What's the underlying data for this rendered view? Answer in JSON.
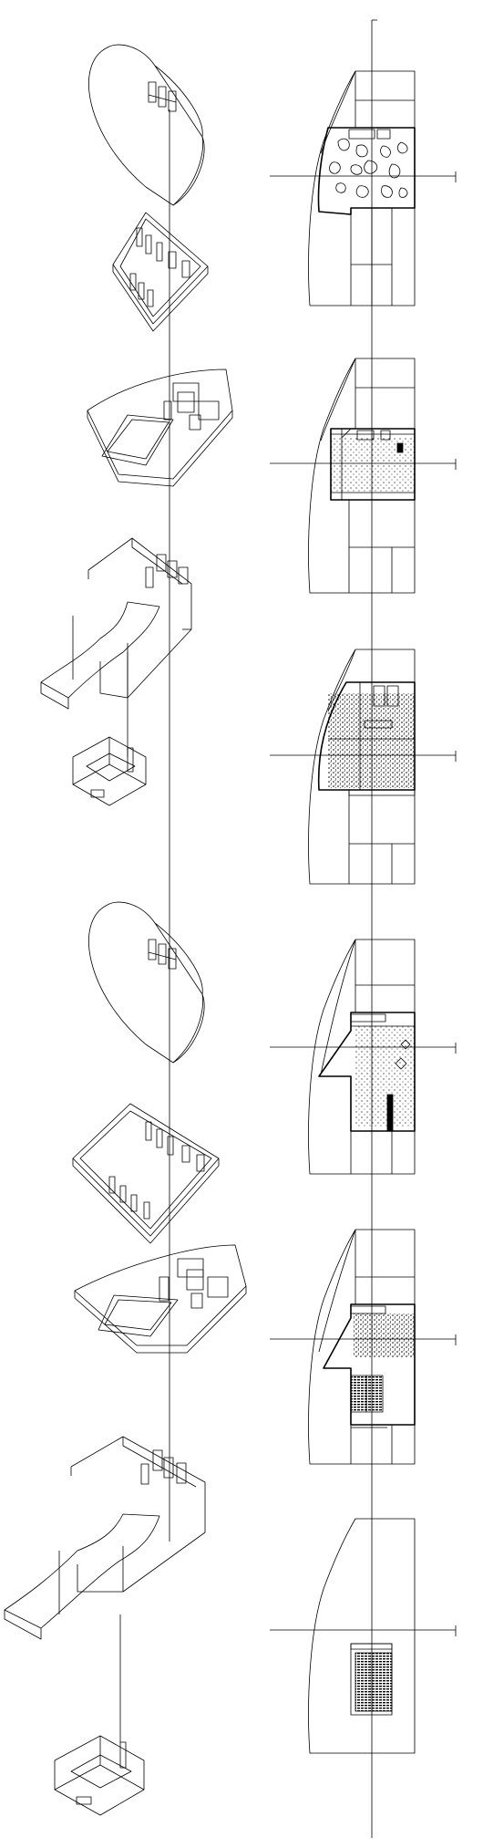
{
  "sheet": {
    "description_visible_text": "",
    "line_color": "#000000",
    "background": "#ffffff"
  },
  "axonometric_levels": [
    {
      "id": "roof-vault-1",
      "kind": "vault"
    },
    {
      "id": "upper-floor-1",
      "kind": "frame"
    },
    {
      "id": "middle-floor-1",
      "kind": "curved-slab"
    },
    {
      "id": "ground-floor-1",
      "kind": "ramp-slab"
    },
    {
      "id": "basement-1",
      "kind": "box"
    },
    {
      "id": "roof-vault-2",
      "kind": "vault"
    },
    {
      "id": "upper-floor-2",
      "kind": "frame"
    },
    {
      "id": "middle-floor-2",
      "kind": "curved-slab"
    },
    {
      "id": "ground-floor-2",
      "kind": "ramp-slab"
    },
    {
      "id": "basement-2",
      "kind": "box"
    }
  ],
  "plans": [
    {
      "id": "plan-1",
      "fill": "amoeba"
    },
    {
      "id": "plan-2",
      "fill": "dots"
    },
    {
      "id": "plan-3",
      "fill": "dense"
    },
    {
      "id": "plan-4",
      "fill": "scatter"
    },
    {
      "id": "plan-5",
      "fill": "stairs"
    },
    {
      "id": "plan-6",
      "fill": "core"
    }
  ]
}
